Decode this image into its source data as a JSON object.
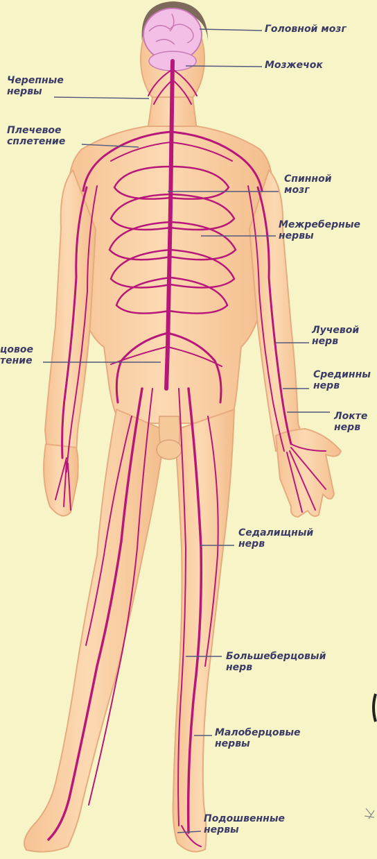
{
  "labels": {
    "brain": "Головной мозг",
    "cerebellum": "Мозжечок",
    "cranial": {
      "l1": "Черепные",
      "l2": "нервы"
    },
    "brachial": {
      "l1": "Плечевое",
      "l2": "сплетение"
    },
    "spinal": {
      "l1": "Спинной",
      "l2": "мозг"
    },
    "intercostal": {
      "l1": "Межреберные",
      "l2": "нервы"
    },
    "lumbar": {
      "l1": "цовое",
      "l2": "тение"
    },
    "radial": {
      "l1": "Лучевой",
      "l2": "нерв"
    },
    "median": {
      "l1": "Срединны",
      "l2": "нерв"
    },
    "ulnar": {
      "l1": "Локте",
      "l2": "нерв"
    },
    "sciatic": {
      "l1": "Седалищный",
      "l2": "нерв"
    },
    "tibial": {
      "l1": "Большеберцовый",
      "l2": "нерв"
    },
    "peroneal": {
      "l1": "Малоберцовые",
      "l2": "нервы"
    },
    "plantar": {
      "l1": "Подошвенные",
      "l2": "нервы"
    }
  },
  "colors": {
    "background": "#f7f5c7",
    "skin": "#fbd2a6",
    "skin_edge": "#e6ab7f",
    "nerve": "#b8177a",
    "brain": "#f3bfe6",
    "label_text": "#3a3a66",
    "leader_line": "#55597f"
  }
}
